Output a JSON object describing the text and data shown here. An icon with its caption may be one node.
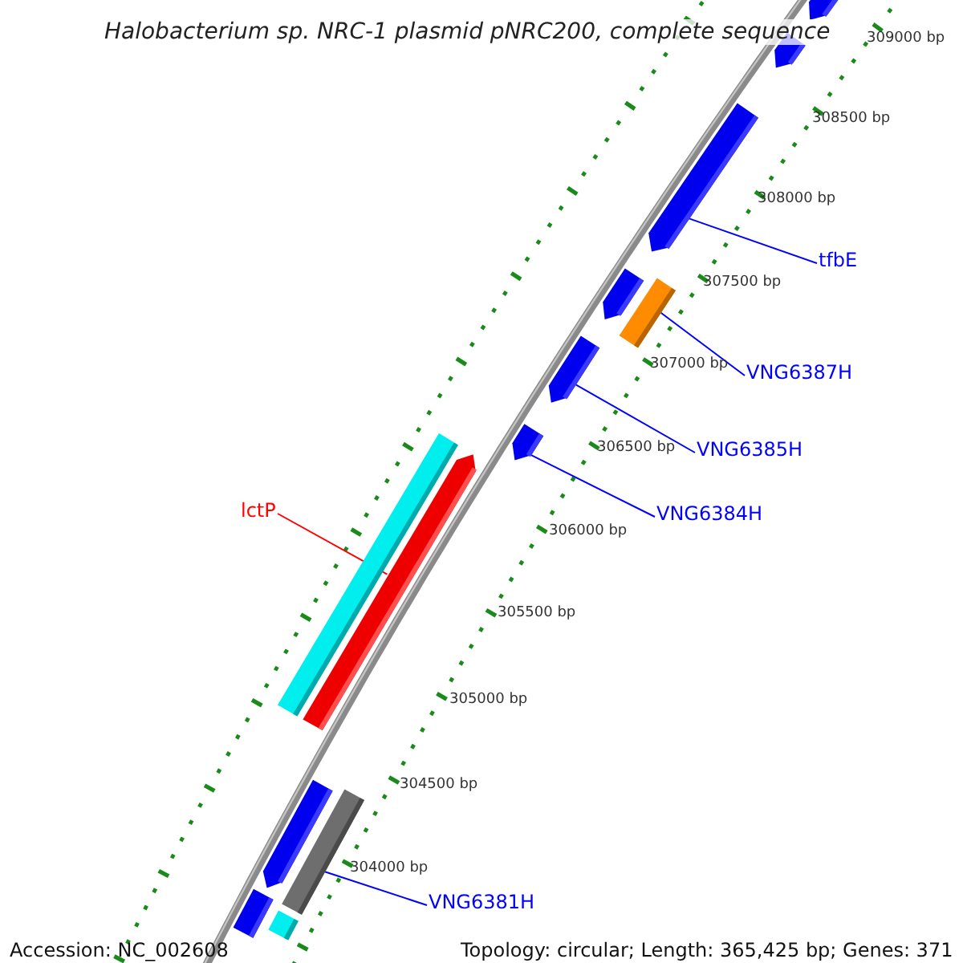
{
  "diagram": {
    "title": "Halobacterium sp. NRC-1 plasmid pNRC200, complete sequence",
    "nodes": [
      {
        "text": [
          "tfbE"
        ]
      },
      {
        "text": [],
        "shape": "bar"
      },
      {
        "text": [
          "VNG6387H"
        ]
      },
      {
        "text": [],
        "shape": "bar"
      },
      {
        "text": [
          "VNG6385H"
        ]
      },
      {
        "text": [],
        "shape": "bar"
      },
      {
        "text": [
          "VNG6384H"
        ]
      },
      {
        "text": [],
        "shape": "bar"
      },
      {
        "text": [
          "lctP"
        ]
      },
      {
        "text": [],
        "shape": "bar"
      },
      {
        "text": [
          "VNG6381H"
        ]
      },
      {
        "text": [],
        "shape": "bar"
      },
      {
        "text": [],
        "shape": "bar"
      },
      {
        "text": [],
        "shape": "bar"
      },
      {
        "text": [],
        "shape": "bar"
      },
      {
        "text": [],
        "shape": "bar"
      },
      {
        "text": [],
        "shape": "bar"
      },
      {
        "text": [],
        "shape": "bar"
      },
      {
        "text": [],
        "shape": "bar"
      }
    ],
    "edges": [
      {
        "from": 0,
        "to": 1,
        "arrow": "none"
      },
      {
        "from": 2,
        "to": 3,
        "arrow": "none"
      },
      {
        "from": 4,
        "to": 5,
        "arrow": "none"
      },
      {
        "from": 6,
        "to": 7,
        "arrow": "none"
      },
      {
        "from": 8,
        "to": 9,
        "arrow": "none",
        "color": "#ff0000"
      },
      {
        "from": 10,
        "to": 11,
        "arrow": "none"
      }
    ],
    "labels": [
      "309000 bp",
      "308500 bp",
      "308000 bp",
      "307500 bp",
      "307000 bp",
      "306500 bp",
      "306000 bp",
      "305500 bp",
      "305000 bp",
      "304500 bp",
      "304000 bp",
      "Accession: NC_002608",
      "Topology: circular; Length: 365,425 bp; Genes: 371"
    ]
  }
}
